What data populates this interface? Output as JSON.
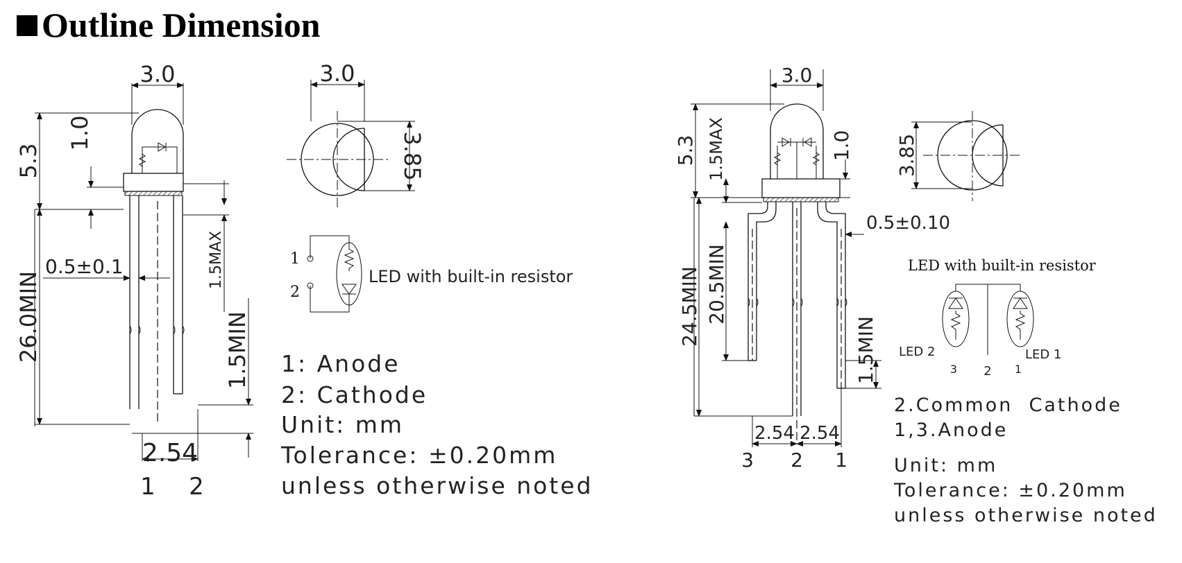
{
  "title": "Outline Dimension",
  "left_drawing": {
    "dims": {
      "body_width_front": "3.0",
      "body_width_top": "3.0",
      "height": "5.3",
      "dome_to_flange": "1.0",
      "flange_dia": "3.85",
      "lead_width": "0.5±0.1",
      "lead_length": "26.0MIN",
      "standoff": "1.5MAX",
      "lead_step": "1.5MIN",
      "pitch": "2.54"
    },
    "pins": [
      "1",
      "2"
    ],
    "schematic": {
      "pin1": "1",
      "pin2": "2",
      "label": "LED with built-in resistor"
    },
    "notes": [
      "1: Anode",
      "2: Cathode",
      "Unit: mm",
      "Tolerance: ±0.20mm",
      "unless otherwise noted"
    ]
  },
  "right_drawing": {
    "dims": {
      "body_width": "3.0",
      "height": "5.3",
      "standoff": "1.5MAX",
      "dome_to_flange": "1.0",
      "flange_dia": "3.85",
      "lead_width": "0.5±0.10",
      "short_lead": "20.5MIN",
      "long_lead": "24.5MIN",
      "lead_step": "1.5MIN",
      "pitch_left": "2.54",
      "pitch_right": "2.54"
    },
    "pins": [
      "3",
      "2",
      "1"
    ],
    "schematic": {
      "title": "LED with built-in resistor",
      "led2": "LED 2",
      "led1": "LED 1",
      "pin3": "3",
      "pin2": "2",
      "pin1": "1"
    },
    "notes": [
      "2.Common  Cathode",
      "1,3.Anode",
      "Unit: mm",
      "Tolerance: ±0.20mm",
      "unless otherwise noted"
    ]
  }
}
